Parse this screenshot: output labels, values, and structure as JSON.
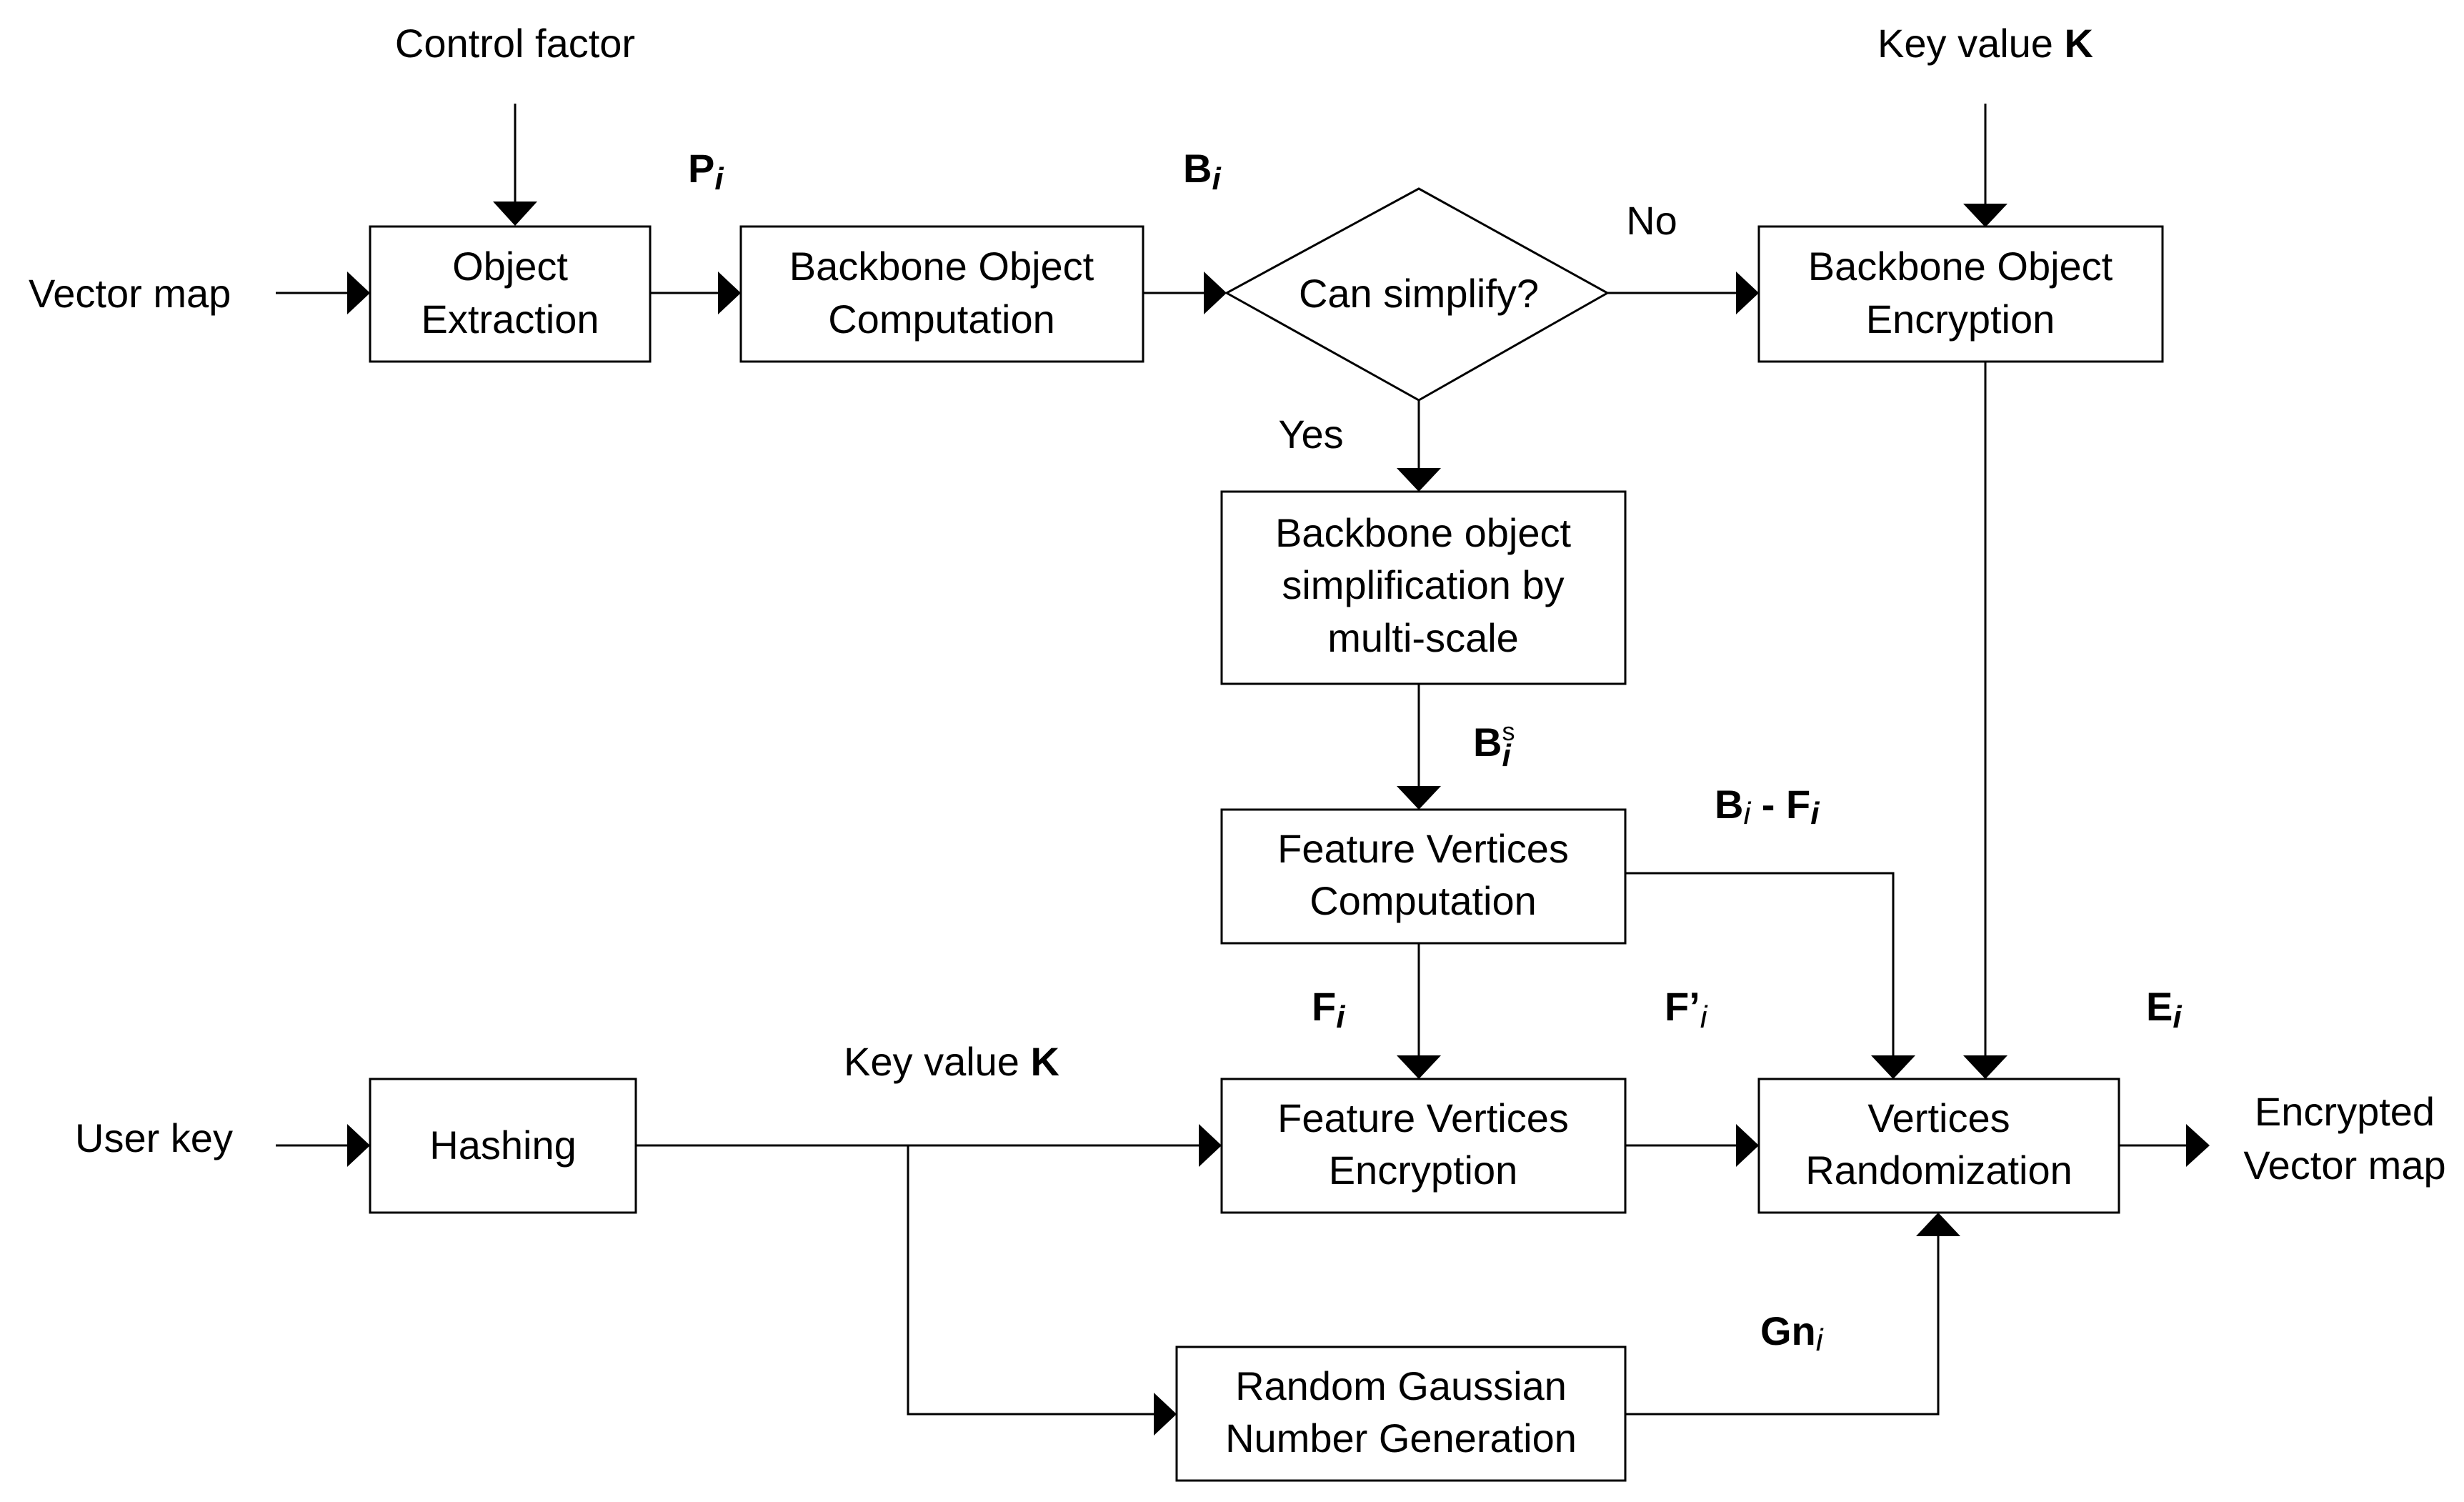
{
  "inputs": {
    "control_factor": "Control factor",
    "vector_map": "Vector map",
    "user_key": "User key",
    "key_value_top_prefix": "Key value ",
    "key_value_top_symbol": "K",
    "key_value_mid_prefix": "Key value ",
    "key_value_mid_symbol": "K"
  },
  "nodes": {
    "object_extraction": [
      "Object",
      "Extraction"
    ],
    "backbone_computation": [
      "Backbone Object",
      "Computation"
    ],
    "can_simplify": "Can simplify?",
    "backbone_encryption": [
      "Backbone Object",
      "Encryption"
    ],
    "simplification": [
      "Backbone object",
      "simplification by",
      "multi-scale"
    ],
    "feature_computation": [
      "Feature Vertices",
      "Computation"
    ],
    "hashing": "Hashing",
    "feature_encryption": [
      "Feature Vertices",
      "Encryption"
    ],
    "vertices_randomization": [
      "Vertices",
      "Randomization"
    ],
    "gaussian_generation": [
      "Random Gaussian",
      "Number Generation"
    ]
  },
  "edge_labels": {
    "no": "No",
    "yes": "Yes",
    "p_i": {
      "base": "P",
      "sub": "i"
    },
    "b_i": {
      "base": "B",
      "sub": "i"
    },
    "bs_i": {
      "base": "B",
      "sup": "s",
      "sub": "i"
    },
    "b_minus_f": {
      "b": "B",
      "b_sub": "i",
      "minus": " - ",
      "f": "F",
      "f_sub": "i"
    },
    "f_i": {
      "base": "F",
      "sub": "i"
    },
    "f_prime_i": {
      "base": "F’",
      "sub": "i"
    },
    "e_i": {
      "base": "E",
      "sub": "i"
    },
    "gn_i": {
      "base": "Gn",
      "sub": "i"
    }
  },
  "output": [
    "Encrypted",
    "Vector map"
  ]
}
